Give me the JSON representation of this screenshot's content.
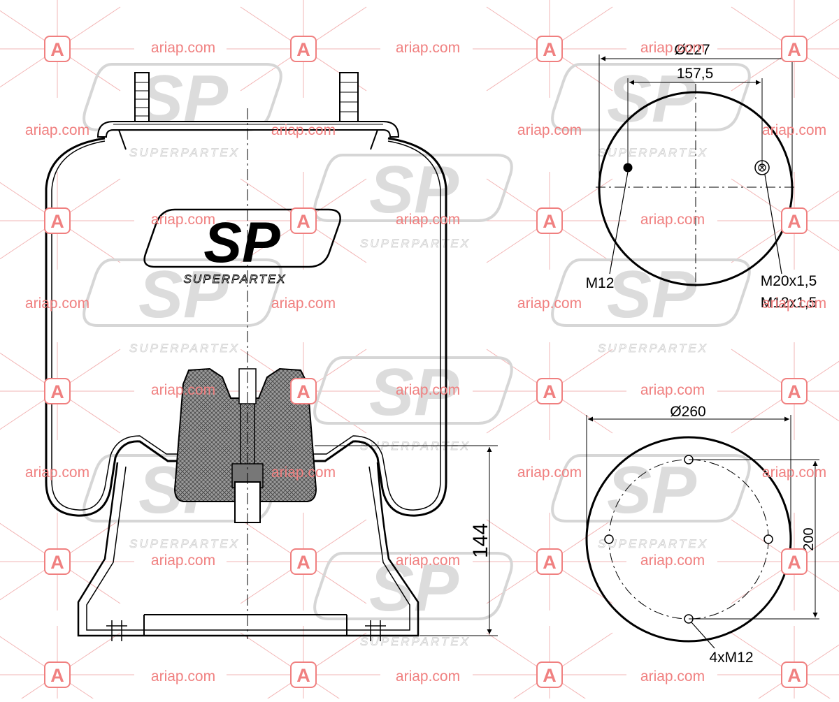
{
  "watermark": {
    "site": "ariap.com",
    "badge_letter": "A",
    "color": "#f08080"
  },
  "logo": {
    "mark": "SP",
    "wordmark": "SUPERPARTEX"
  },
  "side_view": {
    "height_dim": "144"
  },
  "top_view": {
    "outer_dia": "Ø227",
    "bolt_spacing": "157,5",
    "left_hole": "M12",
    "right_hole_1": "M20x1,5",
    "right_hole_2": "M12x1,5"
  },
  "bottom_view": {
    "outer_dia": "Ø260",
    "pcd": "200",
    "holes": "4xM12"
  }
}
